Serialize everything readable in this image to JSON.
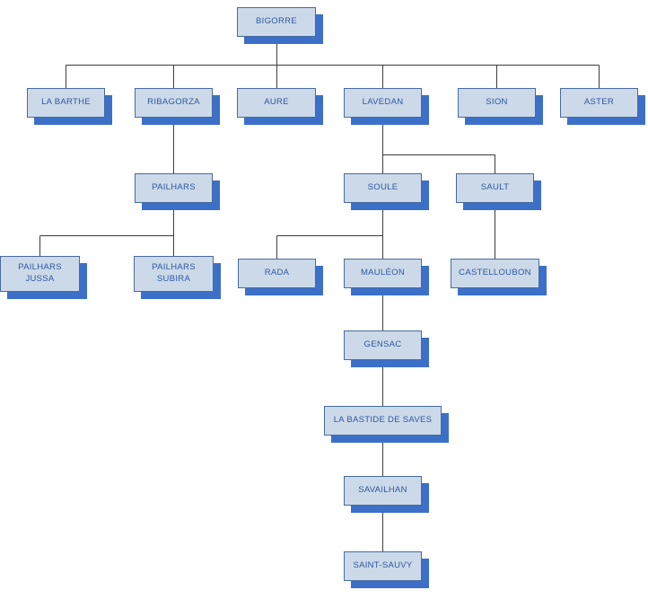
{
  "diagram": {
    "type": "org-chart",
    "nodes": {
      "bigorre": {
        "label": "BIGORRE"
      },
      "la_barthe": {
        "label": "LA BARTHE"
      },
      "ribagorza": {
        "label": "RIBAGORZA"
      },
      "aure": {
        "label": "AURE"
      },
      "lavedan": {
        "label": "LAVEDAN"
      },
      "sion": {
        "label": "SION"
      },
      "aster": {
        "label": "ASTER"
      },
      "pailhars": {
        "label": "PAILHARS"
      },
      "soule": {
        "label": "SOULE"
      },
      "sault": {
        "label": "SAULT"
      },
      "pailhars_jussa": {
        "label": "PAILHARS JUSSA"
      },
      "pailhars_subira": {
        "label": "PAILHARS SUBIRA"
      },
      "rada": {
        "label": "RADA"
      },
      "mauleon": {
        "label": "MAULÉON"
      },
      "castelloubon": {
        "label": "CASTELLOUBON"
      },
      "gensac": {
        "label": "GENSAC"
      },
      "la_bastide_de_saves": {
        "label": "LA BASTIDE DE SAVES"
      },
      "savailhan": {
        "label": "SAVAILHAN"
      },
      "saint_sauvy": {
        "label": "SAINT-SAUVY"
      }
    },
    "edges": [
      {
        "from": "bigorre",
        "to": "la_barthe"
      },
      {
        "from": "bigorre",
        "to": "ribagorza"
      },
      {
        "from": "bigorre",
        "to": "aure"
      },
      {
        "from": "bigorre",
        "to": "lavedan"
      },
      {
        "from": "bigorre",
        "to": "sion"
      },
      {
        "from": "bigorre",
        "to": "aster"
      },
      {
        "from": "ribagorza",
        "to": "pailhars"
      },
      {
        "from": "lavedan",
        "to": "soule"
      },
      {
        "from": "lavedan",
        "to": "sault"
      },
      {
        "from": "pailhars",
        "to": "pailhars_jussa"
      },
      {
        "from": "pailhars",
        "to": "pailhars_subira"
      },
      {
        "from": "soule",
        "to": "rada"
      },
      {
        "from": "soule",
        "to": "mauleon"
      },
      {
        "from": "sault",
        "to": "castelloubon"
      },
      {
        "from": "mauleon",
        "to": "gensac"
      },
      {
        "from": "gensac",
        "to": "la_bastide_de_saves"
      },
      {
        "from": "la_bastide_de_saves",
        "to": "savailhan"
      },
      {
        "from": "savailhan",
        "to": "saint_sauvy"
      }
    ],
    "colors": {
      "node_fill": "#ccd9e8",
      "node_border": "#476b9e",
      "node_text": "#2d57a5",
      "node_shadow": "#3c70c8",
      "connector": "#3c3c3c"
    }
  }
}
